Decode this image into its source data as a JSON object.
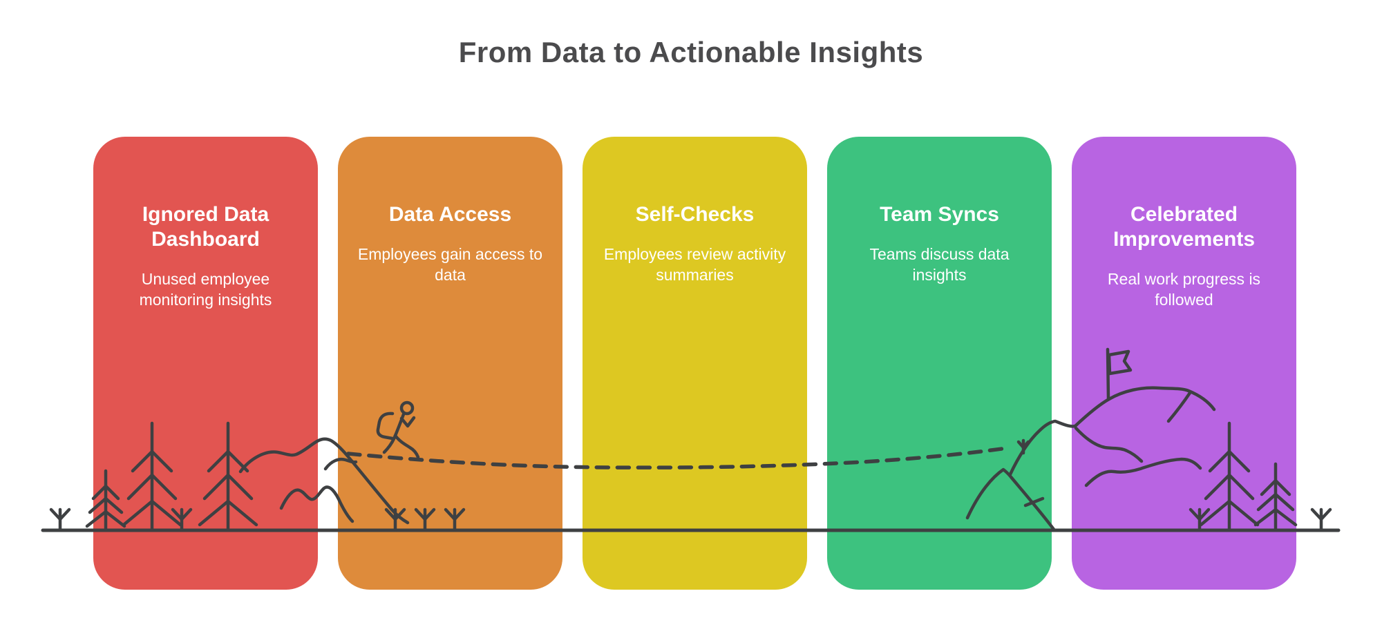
{
  "page": {
    "title": "From Data to Actionable Insights",
    "background_color": "#ffffff",
    "title_color": "#4b4b4d"
  },
  "cards": [
    {
      "title": "Ignored Data Dashboard",
      "description": "Unused employee monitoring insights",
      "color": "#e25551"
    },
    {
      "title": "Data Access",
      "description": "Employees gain access to data",
      "color": "#de8b3b"
    },
    {
      "title": "Self-Checks",
      "description": "Employees review activity summaries",
      "color": "#ddc822"
    },
    {
      "title": "Team Syncs",
      "description": "Teams discuss data insights",
      "color": "#3dc27f"
    },
    {
      "title": "Celebrated Improvements",
      "description": "Real work progress is followed",
      "color": "#b864e2"
    }
  ],
  "illustration": {
    "stroke_color": "#3e4042",
    "elements": [
      "ground-line",
      "sprout-icons",
      "pine-tree-icons",
      "left-mountain-ridge",
      "foothills",
      "hiker-with-backpack",
      "dashed-trail-path",
      "summit-mountain",
      "summit-flag"
    ]
  }
}
